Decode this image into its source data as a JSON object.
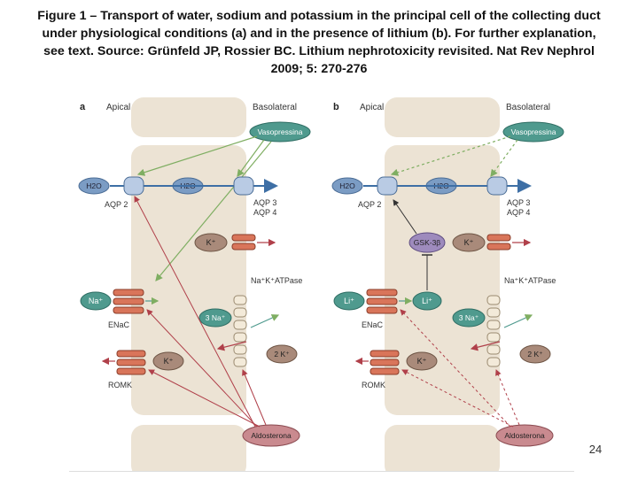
{
  "caption": {
    "line1": "Figure 1 – Transport of water, sodium and potassium in the principal cell of the collecting duct",
    "line2": "under physiological conditions (a) and in the presence of lithium (b). For further explanation,",
    "line3": "see text. Source: Grünfeld JP, Rossier BC. Lithium nephrotoxicity revisited. Nat Rev Nephrol",
    "line4": "2009; 5: 270-276"
  },
  "slide_number": "24",
  "colors": {
    "cell": "#ece3d4",
    "teal": "#4f9a8e",
    "brown": "#a98a7a",
    "blue": "#7b9cc4",
    "channel": "#d9755a",
    "purple": "#9e8bbd",
    "pink": "#c98a8f",
    "red_arrow": "#b0404a",
    "green_arrow": "#7fae62",
    "arrow_blue": "#3e6fa5"
  },
  "panels": [
    {
      "letter": "a",
      "apical": "Apical",
      "basolateral": "Basolateral",
      "vasopressin": "Vasopressina",
      "h2o": "H2O",
      "aqp2": "AQP 2",
      "aqp3": "AQP 3",
      "aqp4": "AQP 4",
      "kplus": "K⁺",
      "na": "Na⁺",
      "atpase": "Na⁺K⁺ATPase",
      "enac": "ENaC",
      "three_na": "3 Na⁺",
      "two_k": "2 K⁺",
      "k_romk": "K⁺",
      "romk": "ROMK",
      "aldosterone": "Aldosterona"
    },
    {
      "letter": "b",
      "apical": "Apical",
      "basolateral": "Basolateral",
      "vasopressin": "Vasopressina",
      "h2o": "H2O",
      "aqp2": "AQP 2",
      "aqp3": "AQP 3",
      "aqp4": "AQP 4",
      "kplus": "K⁺",
      "gsk": "GSK-3β",
      "li_out": "Li⁺",
      "li_in": "Li⁺",
      "atpase": "Na⁺K⁺ATPase",
      "enac": "ENaC",
      "three_na": "3 Na⁺",
      "two_k": "2 K⁺",
      "k_romk": "K⁺",
      "romk": "ROMK",
      "aldosterone": "Aldosterona"
    }
  ]
}
